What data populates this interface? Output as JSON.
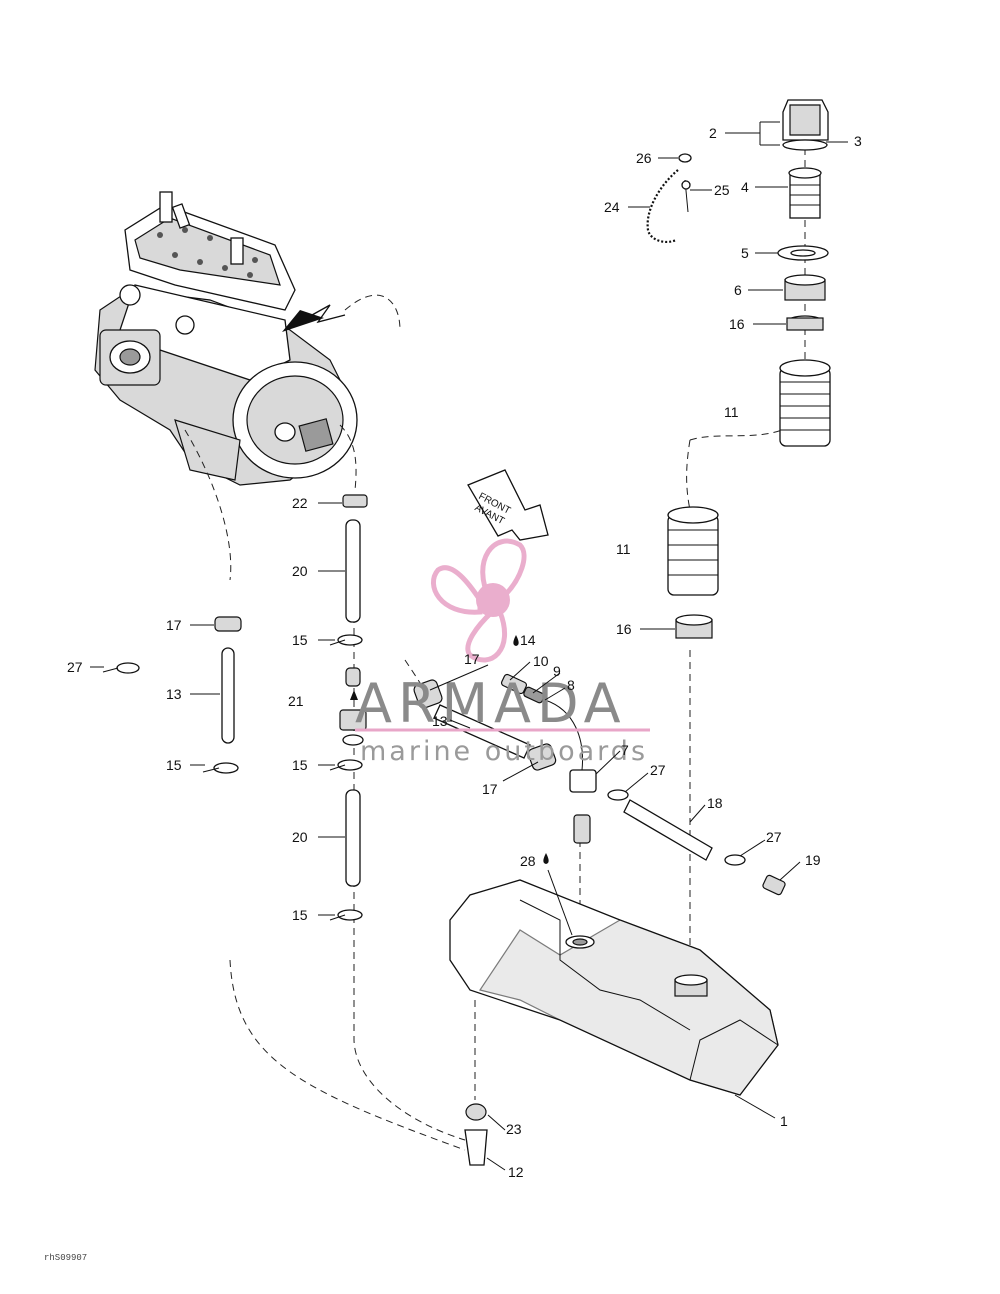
{
  "callouts": {
    "c1": "1",
    "c2": "2",
    "c3": "3",
    "c4": "4",
    "c5": "5",
    "c6": "6",
    "c7": "7",
    "c8": "8",
    "c9": "9",
    "c10": "10",
    "c11a": "11",
    "c11b": "11",
    "c12": "12",
    "c13a": "13",
    "c13b": "13",
    "c14": "14",
    "c15a": "15",
    "c15b": "15",
    "c15c": "15",
    "c15d": "15",
    "c16a": "16",
    "c16b": "16",
    "c17a": "17",
    "c17b": "17",
    "c17c": "17",
    "c18": "18",
    "c19": "19",
    "c20a": "20",
    "c20b": "20",
    "c21": "21",
    "c22": "22",
    "c23": "23",
    "c24": "24",
    "c25": "25",
    "c26": "26",
    "c27a": "27",
    "c27b": "27",
    "c27c": "27",
    "c28": "28"
  },
  "direction_arrow": {
    "line1": "FRONT",
    "line2": "AVANT"
  },
  "watermark": {
    "brand": "ARMADA",
    "tagline": "marine outboards",
    "color": "#e8a6c8"
  },
  "drawing_code": "rhS09907"
}
